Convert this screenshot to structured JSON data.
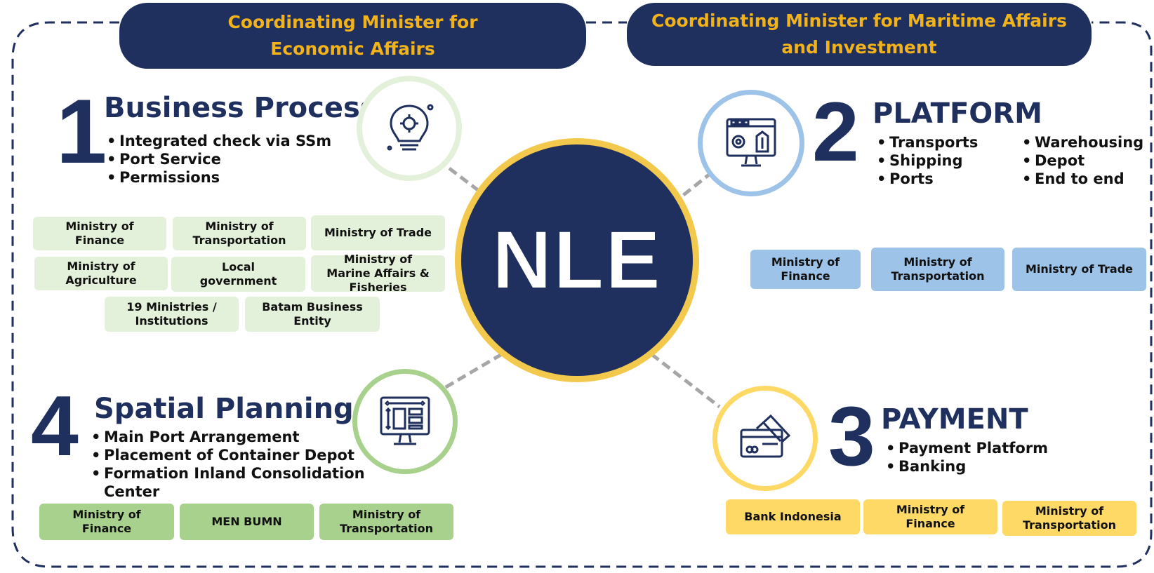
{
  "headers": {
    "left": [
      "Coordinating Minister for",
      "Economic Affairs"
    ],
    "right": [
      "Coordinating Minister for Maritime Affairs",
      "and Investment"
    ]
  },
  "center": {
    "label": "NLE"
  },
  "sections": {
    "business_process": {
      "number": "1",
      "title": "Business Process",
      "bullets": [
        "Integrated check via SSm",
        "Port Service",
        "Permissions"
      ],
      "icon": "lightbulb-gear-icon",
      "ring_color": "#e3f0da",
      "boxes": [
        [
          "Ministry of",
          "Finance"
        ],
        [
          "Ministry of",
          "Transportation"
        ],
        [
          "Ministry of Trade"
        ],
        [
          "Ministry of",
          "Agriculture"
        ],
        [
          "Local",
          "government"
        ],
        [
          "Ministry of",
          "Marine Affairs &",
          "Fisheries"
        ],
        [
          "19 Ministries /",
          "Institutions"
        ],
        [
          "Batam Business",
          "Entity"
        ]
      ]
    },
    "platform": {
      "number": "2",
      "title": "PLATFORM",
      "bullets_col1": [
        "Transports",
        "Shipping",
        "Ports"
      ],
      "bullets_col2": [
        "Warehousing",
        "Depot",
        "End to end"
      ],
      "icon": "monitor-ship-icon",
      "ring_color": "#9dc3e8",
      "boxes": [
        [
          "Ministry of",
          "Finance"
        ],
        [
          "Ministry of",
          "Transportation"
        ],
        [
          "Ministry of Trade"
        ]
      ]
    },
    "payment": {
      "number": "3",
      "title": "PAYMENT",
      "bullets": [
        "Payment Platform",
        "Banking"
      ],
      "icon": "credit-card-icon",
      "ring_color": "#ffd966",
      "boxes": [
        [
          "Bank Indonesia"
        ],
        [
          "Ministry of",
          "Finance"
        ],
        [
          "Ministry of",
          "Transportation"
        ]
      ]
    },
    "spatial_planning": {
      "number": "4",
      "title": "Spatial Planning",
      "bullets": [
        "Main Port Arrangement",
        "Placement of Container Depot",
        "Formation Inland Consolidation",
        "Center"
      ],
      "icon": "layout-monitor-icon",
      "ring_color": "#a9d18e",
      "boxes": [
        [
          "Ministry of",
          "Finance"
        ],
        [
          "MEN BUMN"
        ],
        [
          "Ministry of",
          "Transportation"
        ]
      ]
    }
  },
  "colors": {
    "navy": "#1f2f5e",
    "gold": "#f2b31a",
    "connector": "#a6a6a6"
  }
}
